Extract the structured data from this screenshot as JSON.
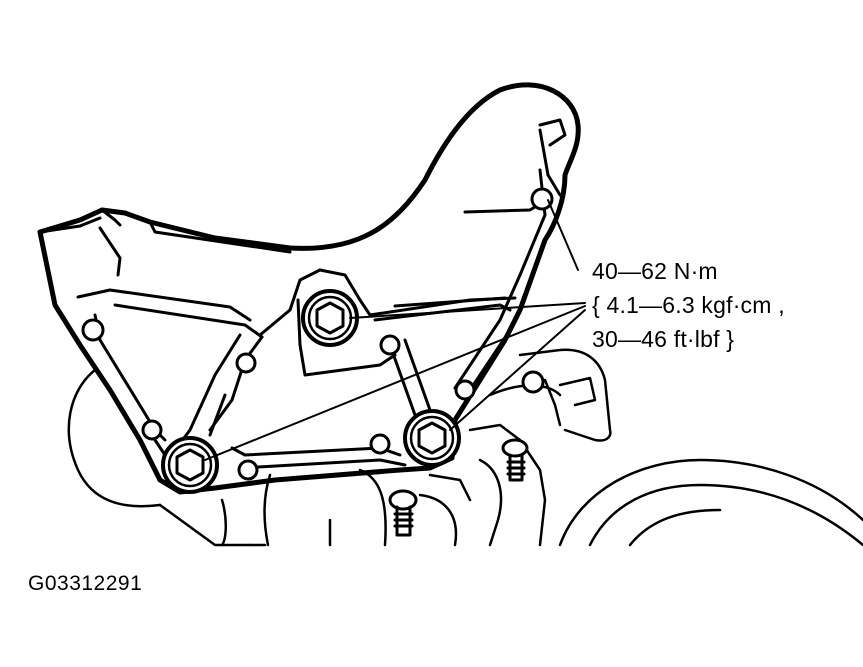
{
  "torque_spec": {
    "line1": "40—62 N·m",
    "line2": "{ 4.1—6.3 kgf·cm ,",
    "line3": "30—46 ft·lbf }"
  },
  "figure_id": "G03312291",
  "colors": {
    "ink": "#000000",
    "background": "#ffffff"
  },
  "bolts": [
    "upper-bolt",
    "lower-left-bolt",
    "lower-right-bolt"
  ]
}
